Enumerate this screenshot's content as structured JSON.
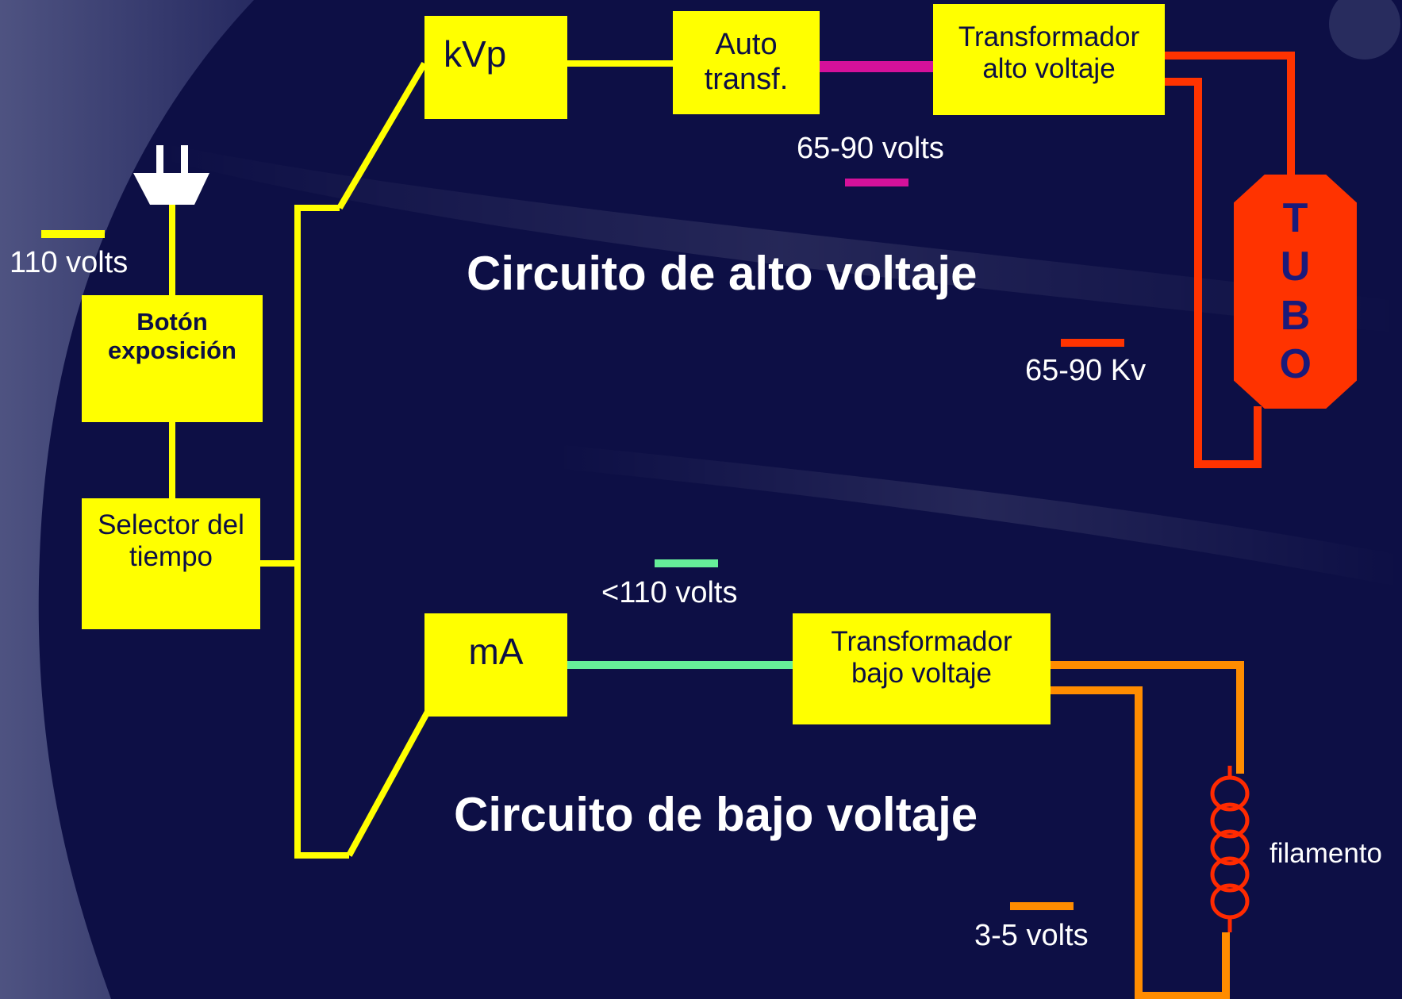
{
  "colors": {
    "background": "#0d0f45",
    "box_fill": "#ffff00",
    "wire_main": "#ffff00",
    "wire_autotransformer": "#d4119a",
    "wire_high_voltage": "#ff3300",
    "wire_low_voltage_primary": "#66ee99",
    "wire_filament": "#ff8c00",
    "tube_fill": "#ff3300",
    "label_text": "#ffffff"
  },
  "boxes": {
    "kvp": "kVp",
    "auto_transf": "Auto transf.",
    "transformador_alto": "Transformador alto voltaje",
    "boton_exposicion": "Botón exposición",
    "selector_tiempo": "Selector del tiempo",
    "ma": "mA",
    "transformador_bajo": "Transformador bajo voltaje"
  },
  "tube": {
    "label": "TUBO"
  },
  "titles": {
    "alto": "Circuito de alto voltaje",
    "bajo": "Circuito de bajo voltaje"
  },
  "legend": {
    "volts_110": "110 volts",
    "volts_65_90": "65-90 volts",
    "kv_65_90": "65-90 Kv",
    "volts_lt_110": "<110 volts",
    "volts_3_5": "3-5 volts",
    "filamento": "filamento"
  },
  "icons": {
    "plug": "power-plug-icon",
    "filament": "filament-coil-icon"
  }
}
